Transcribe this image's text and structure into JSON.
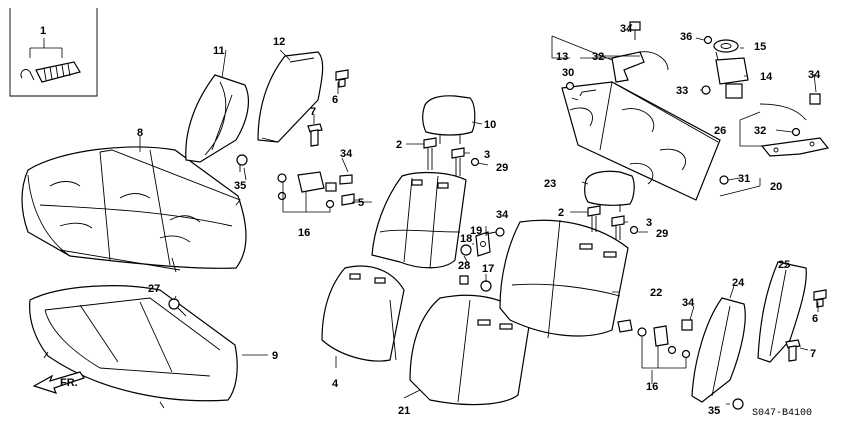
{
  "labels": {
    "p1": "1",
    "p2a": "2",
    "p2b": "2",
    "p3a": "3",
    "p3b": "3",
    "p4": "4",
    "p5": "5",
    "p6a": "6",
    "p6b": "6",
    "p7a": "7",
    "p7b": "7",
    "p8": "8",
    "p9": "9",
    "p10": "10",
    "p11": "11",
    "p12": "12",
    "p13": "13",
    "p14": "14",
    "p15": "15",
    "p16a": "16",
    "p16b": "16",
    "p17": "17",
    "p18": "18",
    "p19": "19",
    "p20": "20",
    "p21": "21",
    "p22": "22",
    "p23": "23",
    "p24": "24",
    "p25": "25",
    "p26": "26",
    "p27": "27",
    "p28": "28",
    "p29a": "29",
    "p29b": "29",
    "p30": "30",
    "p31": "31",
    "p32a": "32",
    "p32b": "32",
    "p33": "33",
    "p34a": "34",
    "p34b": "34",
    "p34c": "34",
    "p34d": "34",
    "p35a": "35",
    "p35b": "35",
    "p36": "36"
  },
  "front_arrow": "FR.",
  "diagram_code": "S047-B4100"
}
